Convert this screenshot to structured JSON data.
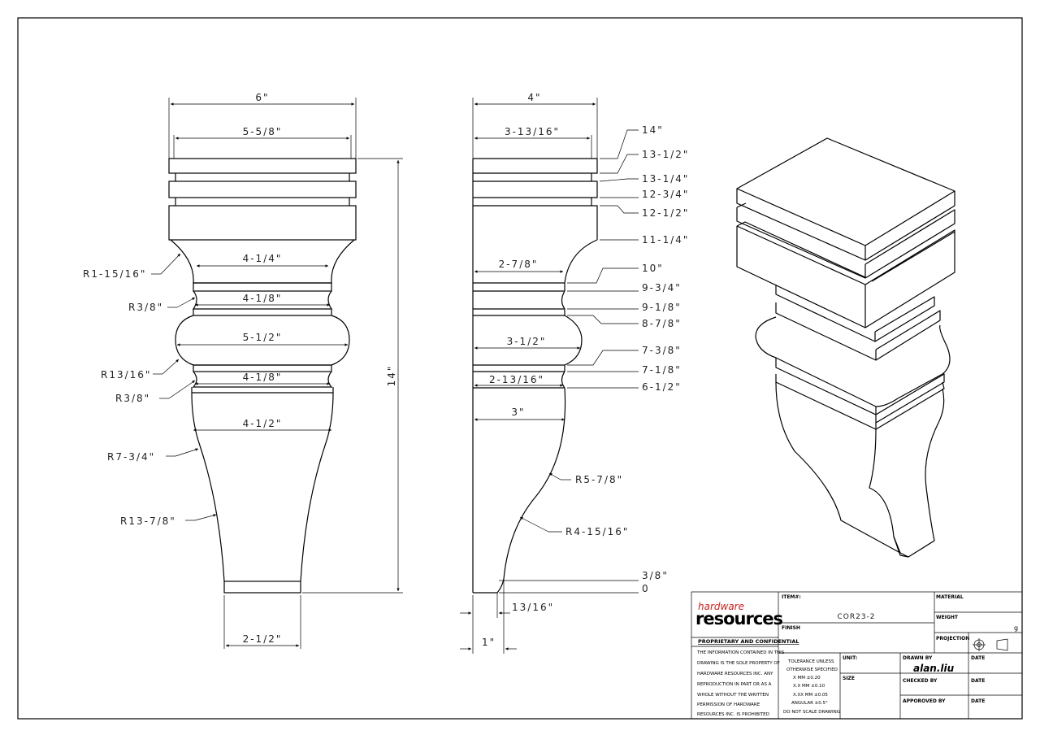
{
  "front_view": {
    "width_overall": "6\"",
    "width_top": "5-5/8\"",
    "width_neck_upper": "4-1/4\"",
    "width_ring_upper": "4-1/8\"",
    "width_bulb": "5-1/2\"",
    "width_ring_lower": "4-1/8\"",
    "width_body": "4-1/2\"",
    "width_base": "2-1/2\"",
    "height_overall": "14\"",
    "radius_1": "R1-15/16\"",
    "radius_2": "R3/8\"",
    "radius_3": "R13/16\"",
    "radius_4": "R3/8\"",
    "radius_5": "R7-3/4\"",
    "radius_6": "R13-7/8\""
  },
  "side_view": {
    "depth_overall": "4\"",
    "depth_top": "3-13/16\"",
    "depth_neck": "2-7/8\"",
    "depth_bulb": "3-1/2\"",
    "depth_ring": "2-13/16\"",
    "depth_body": "3\"",
    "radius_a": "R5-7/8\"",
    "radius_b": "R4-15/16\"",
    "offset_bottom": "13/16\"",
    "offset_base": "1\"",
    "heights": [
      "14\"",
      "13-1/2\"",
      "13-1/4\"",
      "12-3/4\"",
      "12-1/2\"",
      "11-1/4\"",
      "10\"",
      "9-3/4\"",
      "9-1/8\"",
      "8-7/8\"",
      "7-3/8\"",
      "7-1/8\"",
      "6-1/2\""
    ],
    "height_low_1": "3/8\"",
    "height_low_0": "0"
  },
  "title_block": {
    "logo_top": "hardware",
    "logo_bottom": "resources",
    "proprietary_title": "PROPRIETARY AND CONFIDENTIAL",
    "proprietary_lines": [
      "THE INFORMATION CONTAINED IN THIS",
      "DRAWING IS THE SOLE PROPERTY OF",
      "HARDWARE RESOURCES INC.  ANY",
      "REPRODUCTION IN PART OR AS A",
      "WHOLE  WITHOUT THE WRITTEN",
      "PERMISSION OF HARDWARE",
      "RESOURCES INC. IS PROHIBITED"
    ],
    "item_label": "ITEM#:",
    "item_value": "COR23-2",
    "finish_label": "FINISH",
    "material_label": "MATERIAL",
    "weight_label": "WEIGHT",
    "weight_value": "g",
    "projection_label": "PROJECTION",
    "tolerance_lines": [
      "TOLERANCE UNLESS",
      "OTHERWISE SPECIFIED",
      "X   MM   ±0.20",
      "X.X  MM   ±0.10",
      "X.XX  MM   ±0.05",
      "ANGULAR     ±0.5°",
      "DO NOT SCALE DRAWING"
    ],
    "unit_label": "UNIT:",
    "size_label": "SIZE",
    "drawn_by_label": "DRAWN BY",
    "drawn_by_value": "alan.liu",
    "checked_by_label": "CHECKED BY",
    "approved_by_label": "APPOROVED BY",
    "date_label_1": "DATE",
    "date_label_2": "DATE",
    "date_label_3": "DATE"
  },
  "colors": {
    "line": "#000000",
    "logo_red": "#c8231f"
  }
}
